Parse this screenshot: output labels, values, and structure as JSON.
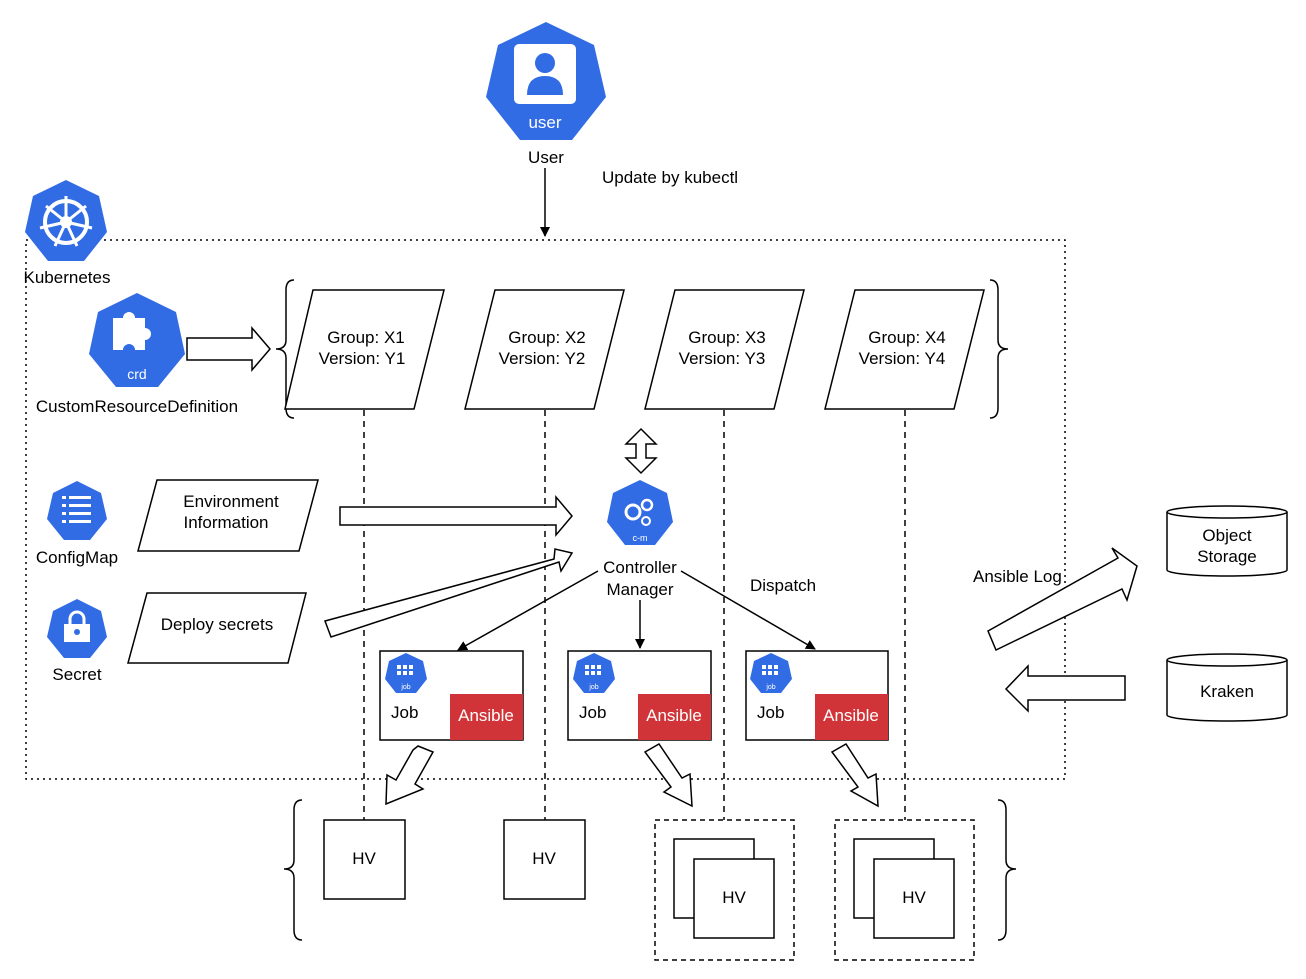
{
  "user": {
    "icon_text": "user",
    "label": "User"
  },
  "update_label": "Update by kubectl",
  "kubernetes": {
    "label": "Kubernetes"
  },
  "crd": {
    "icon_text": "crd",
    "label": "CustomResourceDefinition"
  },
  "resources": [
    {
      "group": "Group: X1",
      "version": "Version: Y1"
    },
    {
      "group": "Group: X2",
      "version": "Version: Y2"
    },
    {
      "group": "Group: X3",
      "version": "Version: Y3"
    },
    {
      "group": "Group: X4",
      "version": "Version: Y4"
    }
  ],
  "configmap": {
    "label": "ConfigMap"
  },
  "environment": {
    "line1": "Environment",
    "line2": "Information"
  },
  "secret": {
    "label": "Secret"
  },
  "deploy_secrets": "Deploy secrets",
  "controller": {
    "icon_text": "c-m",
    "line1": "Controller",
    "line2": "Manager"
  },
  "dispatch_label": "Dispatch",
  "jobs": [
    {
      "icon_text": "job",
      "label": "Job",
      "badge": "Ansible"
    },
    {
      "icon_text": "job",
      "label": "Job",
      "badge": "Ansible"
    },
    {
      "icon_text": "job",
      "label": "Job",
      "badge": "Ansible"
    }
  ],
  "object_storage": {
    "line1": "Object",
    "line2": "Storage"
  },
  "ansible_log_label": "Ansible Log",
  "kraken": "Kraken",
  "hv": [
    "HV",
    "HV",
    "HV",
    "HV"
  ],
  "colors": {
    "k8s_blue": "#326ce5",
    "ansible_red": "#d13438"
  }
}
